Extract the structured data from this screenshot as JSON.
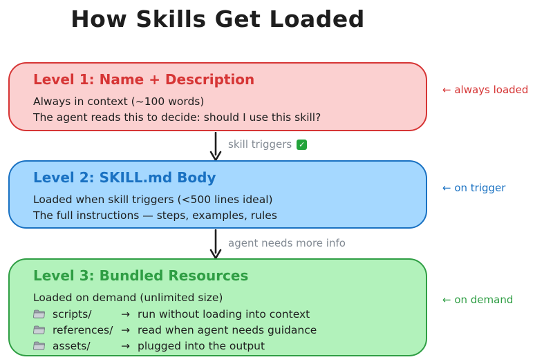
{
  "title": "How Skills Get Loaded",
  "colors": {
    "ink": "#1e1e1e",
    "muted": "#828a93",
    "check-green": "#23a33b",
    "level1-stroke": "#d63535",
    "level1-fill": "#fbd0d0",
    "level2-stroke": "#1971c2",
    "level2-fill": "#a5d8ff",
    "level3-stroke": "#2f9e44",
    "level3-fill": "#b2f2bb"
  },
  "levels": [
    {
      "heading": "Level 1: Name + Description",
      "lines": [
        "Always in context (~100 words)",
        "The agent reads this to decide: should I use this skill?"
      ],
      "annotation": "← always loaded"
    },
    {
      "heading": "Level 2: SKILL.md Body",
      "lines": [
        "Loaded when skill triggers (<500 lines ideal)",
        "The full instructions — steps, examples, rules"
      ],
      "annotation": "← on trigger"
    },
    {
      "heading": "Level 3: Bundled Resources",
      "lines": [
        "Loaded on demand (unlimited size)"
      ],
      "annotation": "← on demand",
      "resources": [
        {
          "icon": "folder-icon",
          "name": "scripts/",
          "arrow": "→",
          "desc": "run without loading into context"
        },
        {
          "icon": "folder-icon",
          "name": "references/",
          "arrow": "→",
          "desc": "read when agent needs guidance"
        },
        {
          "icon": "folder-icon",
          "name": "assets/",
          "arrow": "→",
          "desc": "plugged into the output"
        }
      ]
    }
  ],
  "connectors": [
    {
      "label": "skill triggers",
      "icon": "check-mark-icon"
    },
    {
      "label": "agent needs more info"
    }
  ]
}
